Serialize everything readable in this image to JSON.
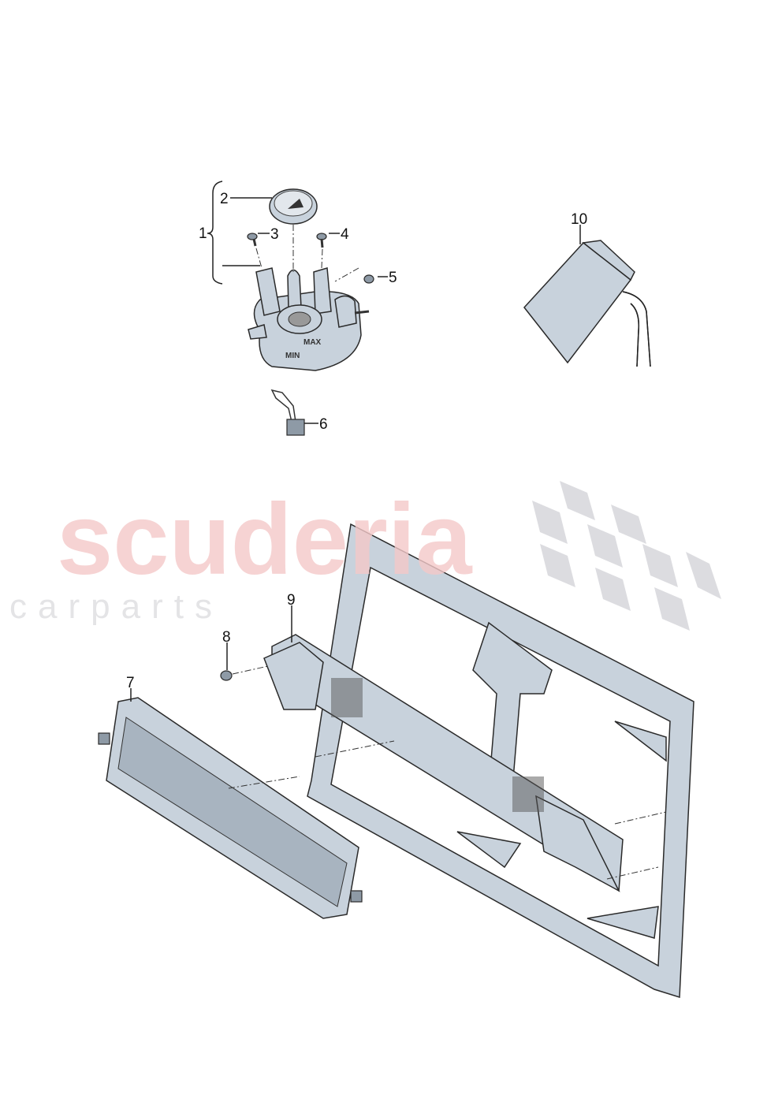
{
  "watermark": {
    "brand": "scuderia",
    "sub": "carparts",
    "brand_color": "#f4c9c9",
    "flag_color": "#dcdce0"
  },
  "colors": {
    "part_fill": "#c8d2dc",
    "outline": "#2a2a2a"
  },
  "callouts": {
    "c1": "1",
    "c2": "2",
    "c3": "3",
    "c4": "4",
    "c5": "5",
    "c6": "6",
    "c7": "7",
    "c8": "8",
    "c9": "9",
    "c10": "10"
  },
  "tank_markings": {
    "max": "MAX",
    "min": "MIN"
  }
}
